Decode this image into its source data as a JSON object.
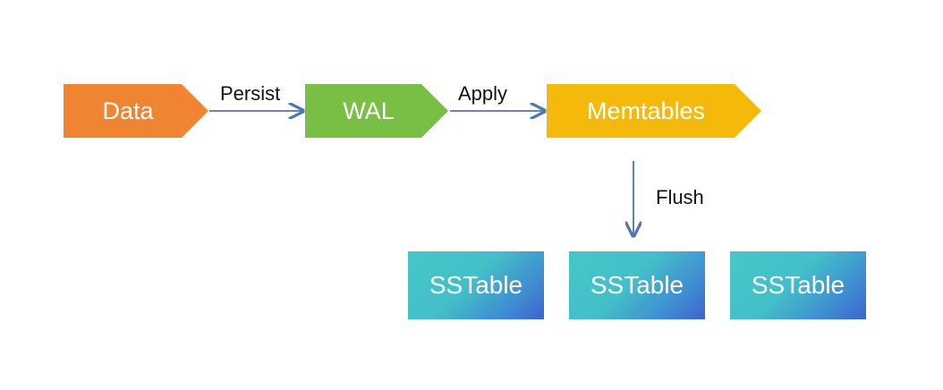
{
  "diagram": {
    "nodes": {
      "data": "Data",
      "wal": "WAL",
      "memtables": "Memtables",
      "sstables": [
        "SSTable",
        "SSTable",
        "SSTable"
      ]
    },
    "edges": {
      "persist": "Persist",
      "apply": "Apply",
      "flush": "Flush"
    },
    "colors": {
      "data": "#ef8432",
      "wal": "#79bf46",
      "memtables": "#f4b90a",
      "sstable_start": "#46c7c6",
      "sstable_end": "#3e63cf",
      "arrow": "#4f75b8"
    }
  }
}
